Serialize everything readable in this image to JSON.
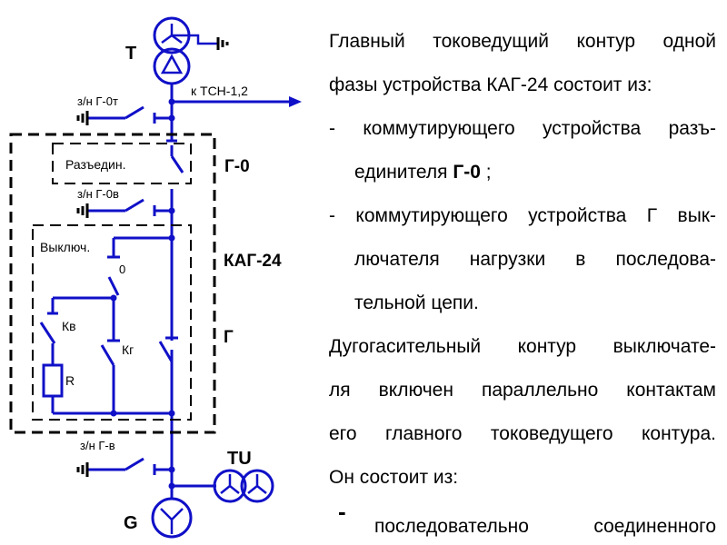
{
  "diagram": {
    "labels": {
      "transformer_t": "T",
      "tsn_label": "к ТСН-1,2",
      "earth_g0t": "з/н Г-0т",
      "earth_g0v": "з/н Г-0в",
      "disconnector_box": "Разъедин.",
      "block_g0": "Г-0",
      "block_kag": "КАГ-24",
      "switch_box": "Выключ.",
      "contact_zero": "0",
      "contact_kv": "Кв",
      "contact_kg": "Кг",
      "resistor_r": "R",
      "block_g": "Г",
      "earth_gv": "з/н Г-в",
      "transformer_tu": "TU",
      "generator_g": "G"
    },
    "colors": {
      "line": "#1010c8",
      "frame": "#000000"
    }
  },
  "text": {
    "l1": "Главный токоведущий контур одной",
    "l2": "фазы устройства КАГ-24 состоит из:",
    "l3": "- коммутирующего устройства разъ-",
    "l4a": "единителя ",
    "l4b": "Г-0",
    "l4c": " ;",
    "l5": "- коммутирующего устройства Г вык-",
    "l6": "лючателя нагрузки в последова-",
    "l7": "тельной цепи.",
    "l8": "Дугогасительный контур выключате-",
    "l9": "ля включен параллельно контактам",
    "l10": "его главного токоведущего контура.",
    "l11": "Он состоит из:",
    "dash": "-",
    "l12": "последовательно соединенного"
  }
}
